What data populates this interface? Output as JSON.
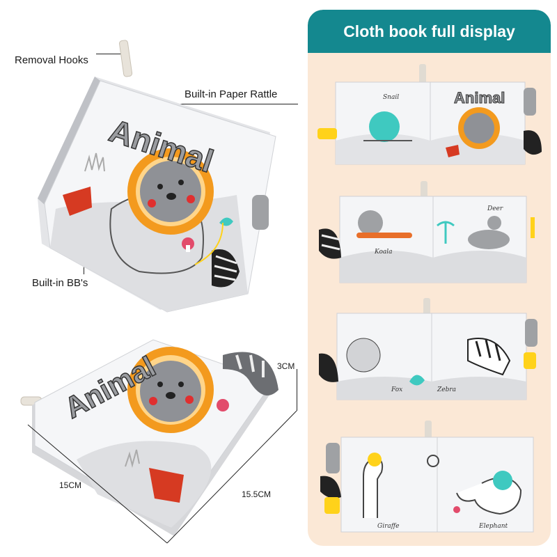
{
  "callouts": {
    "removal_hooks": "Removal Hooks",
    "paper_rattle": "Built-in Paper Rattle",
    "bbs": "Built-in BB's"
  },
  "dimensions": {
    "thickness": "3CM",
    "width": "15CM",
    "height": "15.5CM"
  },
  "book": {
    "cover_title": "Animal"
  },
  "panel": {
    "title": "Cloth book full display",
    "header_color": "#14888f",
    "background_color": "#fbe8d6"
  },
  "spreads": [
    {
      "cover_title": "Animal",
      "left_label": "Snail",
      "right_label": ""
    },
    {
      "left_label": "Koala",
      "right_label": "Deer"
    },
    {
      "left_label": "Fox",
      "right_label": "Zebra"
    },
    {
      "left_label": "Giraffe",
      "right_label": "Elephant"
    }
  ],
  "colors": {
    "lion_mane": "#f39a1e",
    "accent_yellow": "#ffd21a",
    "accent_teal": "#3fc9c0",
    "book_gray": "#d9dadd"
  }
}
